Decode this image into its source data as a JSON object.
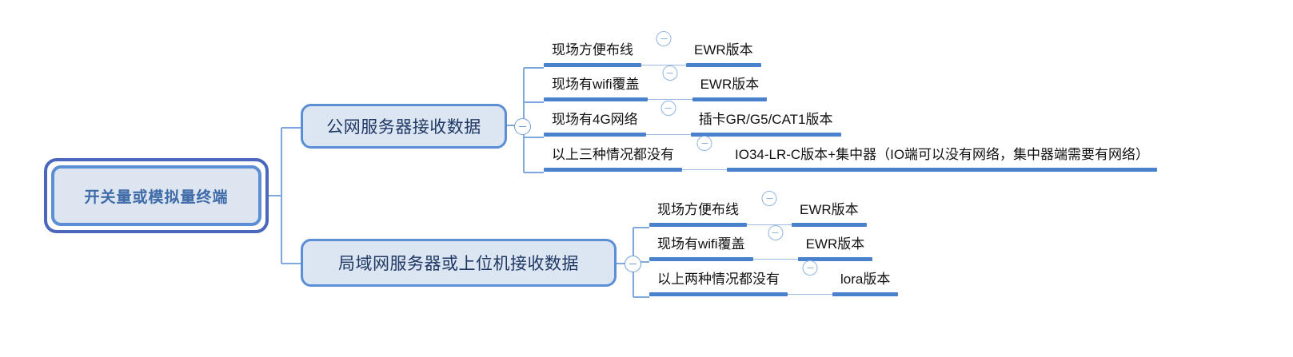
{
  "diagram": {
    "type": "mind-map",
    "title_node": "开关量或模拟量终端",
    "accent_color": "#4a81cc",
    "node_fill": "#dce5f2",
    "node_border": "#5b8ed4",
    "root_border": "#4a66bd",
    "root_text_color": "#3f6ba8",
    "branch_text_color": "#1f3864",
    "leaf_text_color": "#111111"
  },
  "root": {
    "label": "开关量或模拟量终端",
    "toggle_icon": "minus-circle-icon"
  },
  "branches": [
    {
      "label": "公网服务器接收数据",
      "toggle_icon": "minus-circle-icon",
      "leaves": [
        {
          "condition": "现场方便布线",
          "toggle_icon": "minus-circle-icon",
          "result": "EWR版本"
        },
        {
          "condition": "现场有wifi覆盖",
          "toggle_icon": "minus-circle-icon",
          "result": "EWR版本"
        },
        {
          "condition": "现场有4G网络",
          "toggle_icon": "minus-circle-icon",
          "result": "插卡GR/G5/CAT1版本"
        },
        {
          "condition": "以上三种情况都没有",
          "toggle_icon": "minus-circle-icon",
          "result": "IO34-LR-C版本+集中器（IO端可以没有网络，集中器端需要有网络）"
        }
      ]
    },
    {
      "label": "局域网服务器或上位机接收数据",
      "toggle_icon": "minus-circle-icon",
      "leaves": [
        {
          "condition": "现场方便布线",
          "toggle_icon": "minus-circle-icon",
          "result": "EWR版本"
        },
        {
          "condition": "现场有wifi覆盖",
          "toggle_icon": "minus-circle-icon",
          "result": "EWR版本"
        },
        {
          "condition": "以上两种情况都没有",
          "toggle_icon": "minus-circle-icon",
          "result": "lora版本"
        }
      ]
    }
  ]
}
